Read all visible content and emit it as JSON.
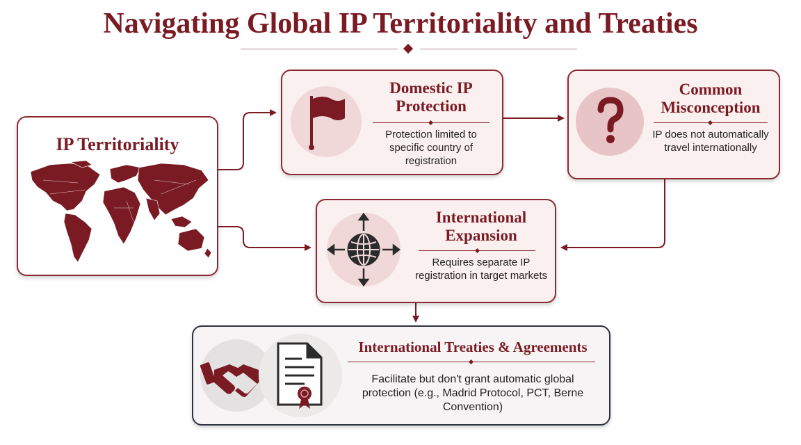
{
  "title": "Navigating Global IP Territoriality and Treaties",
  "nodes": {
    "territoriality": {
      "title": "IP Territoriality"
    },
    "domestic": {
      "title_line1": "Domestic IP",
      "title_line2": "Protection",
      "body": "Protection limited to specific country of registration"
    },
    "misconception": {
      "title_line1": "Common",
      "title_line2": "Misconception",
      "body": "IP does not automatically travel internationally"
    },
    "expansion": {
      "title_line1": "International",
      "title_line2": "Expansion",
      "body": "Requires separate IP registration in target markets"
    },
    "treaties": {
      "title": "International Treaties & Agreements",
      "body": "Facilitate but don't grant automatic global protection (e.g., Madrid Protocol, PCT, Berne Convention)"
    }
  },
  "icons": {
    "territoriality": "world-map-icon",
    "domestic": "flag-icon",
    "misconception": "question-mark-icon",
    "expansion": "globe-arrows-icon",
    "treaties_1": "handshake-icon",
    "treaties_2": "certificate-document-icon"
  },
  "colors": {
    "accent": "#7a1b24",
    "card_fill": "#fbf0f0",
    "treaty_fill": "#f6f4f4",
    "icon_circle": "#f0d8d9"
  }
}
